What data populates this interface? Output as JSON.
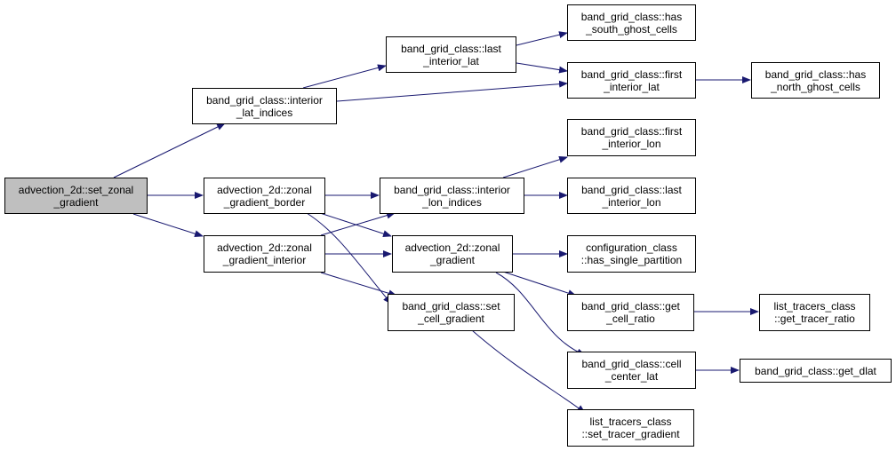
{
  "colors": {
    "edge": "#191970",
    "root_fill": "#bfbfbf",
    "node_fill": "#ffffff",
    "border": "#000000"
  },
  "nodes": {
    "set_zonal_gradient": {
      "line1": "advection_2d::set_zonal",
      "line2": "_gradient"
    },
    "interior_lat_indices": {
      "line1": "band_grid_class::interior",
      "line2": "_lat_indices"
    },
    "zonal_gradient_border": {
      "line1": "advection_2d::zonal",
      "line2": "_gradient_border"
    },
    "zonal_gradient_interior": {
      "line1": "advection_2d::zonal",
      "line2": "_gradient_interior"
    },
    "last_interior_lat": {
      "line1": "band_grid_class::last",
      "line2": "_interior_lat"
    },
    "interior_lon_indices": {
      "line1": "band_grid_class::interior",
      "line2": "_lon_indices"
    },
    "zonal_gradient": {
      "line1": "advection_2d::zonal",
      "line2": "_gradient"
    },
    "set_cell_gradient": {
      "line1": "band_grid_class::set",
      "line2": "_cell_gradient"
    },
    "has_south_ghost_cells": {
      "line1": "band_grid_class::has",
      "line2": "_south_ghost_cells"
    },
    "first_interior_lat": {
      "line1": "band_grid_class::first",
      "line2": "_interior_lat"
    },
    "first_interior_lon": {
      "line1": "band_grid_class::first",
      "line2": "_interior_lon"
    },
    "last_interior_lon": {
      "line1": "band_grid_class::last",
      "line2": "_interior_lon"
    },
    "has_single_partition": {
      "line1": "configuration_class",
      "line2": "::has_single_partition"
    },
    "get_cell_ratio": {
      "line1": "band_grid_class::get",
      "line2": "_cell_ratio"
    },
    "cell_center_lat": {
      "line1": "band_grid_class::cell",
      "line2": "_center_lat"
    },
    "set_tracer_gradient": {
      "line1": "list_tracers_class",
      "line2": "::set_tracer_gradient"
    },
    "has_north_ghost_cells": {
      "line1": "band_grid_class::has",
      "line2": "_north_ghost_cells"
    },
    "get_tracer_ratio": {
      "line1": "list_tracers_class",
      "line2": "::get_tracer_ratio"
    },
    "get_dlat": {
      "line1": "band_grid_class::get_dlat"
    }
  }
}
